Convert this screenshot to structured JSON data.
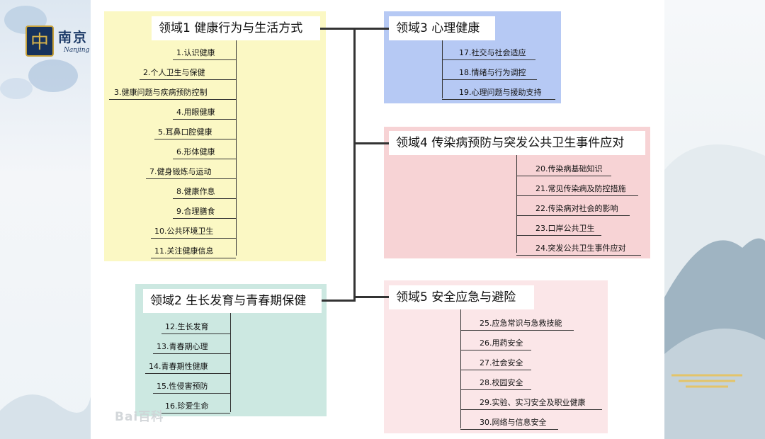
{
  "logo": {
    "title": "南京",
    "subtitle": "Nanjing"
  },
  "watermark": "Bai百科",
  "domains": [
    {
      "title": "领域1 健康行为与生活方式",
      "items": [
        "1.认识健康",
        "2.个人卫生与保健",
        "3.健康问题与疾病预防控制",
        "4.用眼健康",
        "5.耳鼻口腔健康",
        "6.形体健康",
        "7.健身锻炼与运动",
        "8.健康作息",
        "9.合理膳食",
        "10.公共环境卫生",
        "11.关注健康信息"
      ]
    },
    {
      "title": "领域2 生长发育与青春期保健",
      "items": [
        "12.生长发育",
        "13.青春期心理",
        "14.青春期性健康",
        "15.性侵害预防",
        "16.珍爱生命"
      ]
    },
    {
      "title": "领域3 心理健康",
      "items": [
        "17.社交与社会适应",
        "18.情绪与行为调控",
        "19.心理问题与援助支持"
      ]
    },
    {
      "title": "领域4 传染病预防与突发公共卫生事件应对",
      "items": [
        "20.传染病基础知识",
        "21.常见传染病及防控措施",
        "22.传染病对社会的影响",
        "23.口岸公共卫生",
        "24.突发公共卫生事件应对"
      ]
    },
    {
      "title": "领域5 安全应急与避险",
      "items": [
        "25.应急常识与急救技能",
        "26.用药安全",
        "27.社会安全",
        "28.校园安全",
        "29.实验、实习安全及职业健康",
        "30.网络与信息安全"
      ]
    }
  ],
  "colors": {
    "domain1": "#fbf8c4",
    "domain2": "#cce8e1",
    "domain3": "#b6c9f4",
    "domain4": "#f7d3d5",
    "domain5": "#fbe6e8"
  }
}
